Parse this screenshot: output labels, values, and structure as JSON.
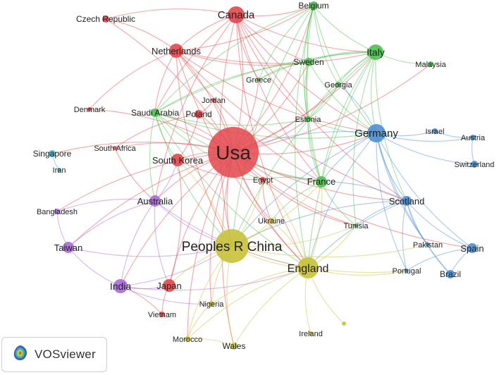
{
  "network": {
    "nodes": [
      {
        "id": "usa",
        "label": "Usa",
        "cluster": "red"
      },
      {
        "id": "canada",
        "label": "Canada",
        "cluster": "red"
      },
      {
        "id": "netherlands",
        "label": "Netherlands",
        "cluster": "red"
      },
      {
        "id": "czech",
        "label": "Czech Republic",
        "cluster": "red"
      },
      {
        "id": "denmark",
        "label": "Denmark",
        "cluster": "red"
      },
      {
        "id": "poland",
        "label": "Poland",
        "cluster": "red"
      },
      {
        "id": "jordan",
        "label": "Jordan",
        "cluster": "red"
      },
      {
        "id": "southafrica",
        "label": "South Africa",
        "cluster": "red"
      },
      {
        "id": "southkorea",
        "label": "South Korea",
        "cluster": "red"
      },
      {
        "id": "egypt",
        "label": "Egypt",
        "cluster": "red"
      },
      {
        "id": "japan",
        "label": "Japan",
        "cluster": "red"
      },
      {
        "id": "vietnam",
        "label": "Vietnam",
        "cluster": "red"
      },
      {
        "id": "belgium",
        "label": "Belgium",
        "cluster": "green"
      },
      {
        "id": "italy",
        "label": "Italy",
        "cluster": "green"
      },
      {
        "id": "sweden",
        "label": "Sweden",
        "cluster": "green"
      },
      {
        "id": "greece",
        "label": "Greece",
        "cluster": "green"
      },
      {
        "id": "georgia",
        "label": "Georgia",
        "cluster": "green"
      },
      {
        "id": "malaysia",
        "label": "Malaysia",
        "cluster": "green"
      },
      {
        "id": "saudi",
        "label": "Saudi Arabia",
        "cluster": "green"
      },
      {
        "id": "estonia",
        "label": "Estonia",
        "cluster": "green"
      },
      {
        "id": "france",
        "label": "France",
        "cluster": "green"
      },
      {
        "id": "tunisia",
        "label": "Tunisia",
        "cluster": "green"
      },
      {
        "id": "germany",
        "label": "Germany",
        "cluster": "blue"
      },
      {
        "id": "israel",
        "label": "Israel",
        "cluster": "blue"
      },
      {
        "id": "austria",
        "label": "Austria",
        "cluster": "blue"
      },
      {
        "id": "switzerland",
        "label": "Switzerland",
        "cluster": "blue"
      },
      {
        "id": "scotland",
        "label": "Scotland",
        "cluster": "blue"
      },
      {
        "id": "pakistan",
        "label": "Pakistan",
        "cluster": "blue"
      },
      {
        "id": "spain",
        "label": "Spain",
        "cluster": "blue"
      },
      {
        "id": "portugal",
        "label": "Portugal",
        "cluster": "blue"
      },
      {
        "id": "brazil",
        "label": "Brazil",
        "cluster": "blue"
      },
      {
        "id": "singapore",
        "label": "Singapore",
        "cluster": "cyan"
      },
      {
        "id": "iran",
        "label": "Iran",
        "cluster": "cyan"
      },
      {
        "id": "australia",
        "label": "Australia",
        "cluster": "purple"
      },
      {
        "id": "bangladesh",
        "label": "Bangladesh",
        "cluster": "purple"
      },
      {
        "id": "taiwan",
        "label": "Taiwan",
        "cluster": "purple"
      },
      {
        "id": "india",
        "label": "India",
        "cluster": "purple"
      },
      {
        "id": "china",
        "label": "Peoples R China",
        "cluster": "yellow"
      },
      {
        "id": "england",
        "label": "England",
        "cluster": "yellow"
      },
      {
        "id": "ukraine",
        "label": "Ukraine",
        "cluster": "yellow"
      },
      {
        "id": "nigeria",
        "label": "Nigeria",
        "cluster": "yellow"
      },
      {
        "id": "morocco",
        "label": "Morocco",
        "cluster": "yellow"
      },
      {
        "id": "wales",
        "label": "Wales",
        "cluster": "yellow"
      },
      {
        "id": "ireland",
        "label": "Ireland",
        "cluster": "yellow"
      },
      {
        "id": "unlabeled",
        "label": "",
        "cluster": "yellow"
      }
    ],
    "edges": [
      [
        "usa",
        "canada"
      ],
      [
        "usa",
        "netherlands"
      ],
      [
        "usa",
        "czech"
      ],
      [
        "usa",
        "denmark"
      ],
      [
        "usa",
        "poland"
      ],
      [
        "usa",
        "jordan"
      ],
      [
        "usa",
        "southafrica"
      ],
      [
        "usa",
        "southkorea"
      ],
      [
        "usa",
        "egypt"
      ],
      [
        "usa",
        "japan"
      ],
      [
        "usa",
        "belgium"
      ],
      [
        "usa",
        "italy"
      ],
      [
        "usa",
        "sweden"
      ],
      [
        "usa",
        "greece"
      ],
      [
        "usa",
        "georgia"
      ],
      [
        "usa",
        "saudi"
      ],
      [
        "usa",
        "estonia"
      ],
      [
        "usa",
        "france"
      ],
      [
        "usa",
        "germany"
      ],
      [
        "usa",
        "scotland"
      ],
      [
        "usa",
        "australia"
      ],
      [
        "usa",
        "taiwan"
      ],
      [
        "usa",
        "india"
      ],
      [
        "usa",
        "china"
      ],
      [
        "usa",
        "england"
      ],
      [
        "usa",
        "tunisia"
      ],
      [
        "usa",
        "ukraine"
      ],
      [
        "usa",
        "wales"
      ],
      [
        "usa",
        "singapore"
      ],
      [
        "usa",
        "spain"
      ],
      [
        "usa",
        "nigeria"
      ],
      [
        "usa",
        "morocco"
      ],
      [
        "usa",
        "malaysia"
      ],
      [
        "usa",
        "bangladesh"
      ],
      [
        "canada",
        "netherlands"
      ],
      [
        "canada",
        "belgium"
      ],
      [
        "canada",
        "italy"
      ],
      [
        "canada",
        "sweden"
      ],
      [
        "canada",
        "germany"
      ],
      [
        "canada",
        "china"
      ],
      [
        "canada",
        "england"
      ],
      [
        "canada",
        "saudi"
      ],
      [
        "canada",
        "czech"
      ],
      [
        "canada",
        "australia"
      ],
      [
        "canada",
        "france"
      ],
      [
        "canada",
        "scotland"
      ],
      [
        "canada",
        "estonia"
      ],
      [
        "canada",
        "greece"
      ],
      [
        "netherlands",
        "belgium"
      ],
      [
        "netherlands",
        "italy"
      ],
      [
        "netherlands",
        "germany"
      ],
      [
        "netherlands",
        "china"
      ],
      [
        "netherlands",
        "england"
      ],
      [
        "netherlands",
        "saudi"
      ],
      [
        "netherlands",
        "czech"
      ],
      [
        "netherlands",
        "denmark"
      ],
      [
        "netherlands",
        "sweden"
      ],
      [
        "netherlands",
        "france"
      ],
      [
        "netherlands",
        "scotland"
      ],
      [
        "belgium",
        "italy"
      ],
      [
        "belgium",
        "sweden"
      ],
      [
        "belgium",
        "germany"
      ],
      [
        "belgium",
        "france"
      ],
      [
        "belgium",
        "saudi"
      ],
      [
        "belgium",
        "estonia"
      ],
      [
        "belgium",
        "england"
      ],
      [
        "belgium",
        "china"
      ],
      [
        "belgium",
        "georgia"
      ],
      [
        "belgium",
        "greece"
      ],
      [
        "italy",
        "malaysia"
      ],
      [
        "italy",
        "germany"
      ],
      [
        "italy",
        "sweden"
      ],
      [
        "italy",
        "greece"
      ],
      [
        "italy",
        "georgia"
      ],
      [
        "italy",
        "saudi"
      ],
      [
        "italy",
        "estonia"
      ],
      [
        "italy",
        "france"
      ],
      [
        "italy",
        "england"
      ],
      [
        "italy",
        "china"
      ],
      [
        "italy",
        "scotland"
      ],
      [
        "italy",
        "tunisia"
      ],
      [
        "sweden",
        "germany"
      ],
      [
        "sweden",
        "saudi"
      ],
      [
        "sweden",
        "estonia"
      ],
      [
        "sweden",
        "greece"
      ],
      [
        "sweden",
        "france"
      ],
      [
        "saudi",
        "estonia"
      ],
      [
        "saudi",
        "germany"
      ],
      [
        "saudi",
        "france"
      ],
      [
        "saudi",
        "china"
      ],
      [
        "saudi",
        "england"
      ],
      [
        "saudi",
        "southkorea"
      ],
      [
        "saudi",
        "egypt"
      ],
      [
        "saudi",
        "australia"
      ],
      [
        "estonia",
        "germany"
      ],
      [
        "estonia",
        "france"
      ],
      [
        "estonia",
        "georgia"
      ],
      [
        "germany",
        "scotland"
      ],
      [
        "germany",
        "israel"
      ],
      [
        "germany",
        "austria"
      ],
      [
        "germany",
        "switzerland"
      ],
      [
        "germany",
        "spain"
      ],
      [
        "germany",
        "pakistan"
      ],
      [
        "germany",
        "portugal"
      ],
      [
        "germany",
        "england"
      ],
      [
        "germany",
        "china"
      ],
      [
        "germany",
        "france"
      ],
      [
        "germany",
        "usa"
      ],
      [
        "germany",
        "georgia"
      ],
      [
        "germany",
        "brazil"
      ],
      [
        "scotland",
        "spain"
      ],
      [
        "scotland",
        "brazil"
      ],
      [
        "scotland",
        "portugal"
      ],
      [
        "scotland",
        "pakistan"
      ],
      [
        "scotland",
        "england"
      ],
      [
        "scotland",
        "china"
      ],
      [
        "scotland",
        "france"
      ],
      [
        "scotland",
        "tunisia"
      ],
      [
        "spain",
        "brazil"
      ],
      [
        "spain",
        "portugal"
      ],
      [
        "austria",
        "switzerland"
      ],
      [
        "israel",
        "austria"
      ],
      [
        "singapore",
        "iran"
      ],
      [
        "australia",
        "bangladesh"
      ],
      [
        "australia",
        "taiwan"
      ],
      [
        "australia",
        "india"
      ],
      [
        "australia",
        "china"
      ],
      [
        "australia",
        "england"
      ],
      [
        "australia",
        "southkorea"
      ],
      [
        "australia",
        "japan"
      ],
      [
        "bangladesh",
        "taiwan"
      ],
      [
        "taiwan",
        "india"
      ],
      [
        "taiwan",
        "china"
      ],
      [
        "india",
        "china"
      ],
      [
        "india",
        "england"
      ],
      [
        "india",
        "japan"
      ],
      [
        "india",
        "nigeria"
      ],
      [
        "china",
        "england"
      ],
      [
        "china",
        "japan"
      ],
      [
        "china",
        "ukraine"
      ],
      [
        "china",
        "nigeria"
      ],
      [
        "china",
        "morocco"
      ],
      [
        "china",
        "wales"
      ],
      [
        "china",
        "egypt"
      ],
      [
        "china",
        "southkorea"
      ],
      [
        "china",
        "tunisia"
      ],
      [
        "china",
        "france"
      ],
      [
        "china",
        "pakistan"
      ],
      [
        "china",
        "portugal"
      ],
      [
        "england",
        "wales"
      ],
      [
        "england",
        "ireland"
      ],
      [
        "england",
        "morocco"
      ],
      [
        "england",
        "nigeria"
      ],
      [
        "england",
        "ukraine"
      ],
      [
        "england",
        "unlabeled"
      ],
      [
        "england",
        "tunisia"
      ],
      [
        "england",
        "france"
      ],
      [
        "england",
        "portugal"
      ],
      [
        "england",
        "egypt"
      ],
      [
        "japan",
        "vietnam"
      ],
      [
        "japan",
        "southkorea"
      ],
      [
        "france",
        "tunisia"
      ],
      [
        "france",
        "egypt"
      ],
      [
        "france",
        "ukraine"
      ],
      [
        "southkorea",
        "egypt"
      ],
      [
        "southkorea",
        "poland"
      ],
      [
        "poland",
        "jordan"
      ],
      [
        "poland",
        "southafrica"
      ],
      [
        "egypt",
        "ukraine"
      ],
      [
        "egypt",
        "tunisia"
      ],
      [
        "southafrica",
        "australia"
      ],
      [
        "nigeria",
        "morocco"
      ],
      [
        "wales",
        "morocco"
      ],
      [
        "vietnam",
        "india"
      ]
    ]
  },
  "colors": {
    "red": "#e2474b",
    "green": "#4dbf52",
    "blue": "#4e8fd0",
    "cyan": "#43b6cc",
    "purple": "#a86ad8",
    "yellow": "#c8c23a"
  },
  "logo": {
    "text": "VOSviewer",
    "icon": "vosviewer-density-icon"
  }
}
